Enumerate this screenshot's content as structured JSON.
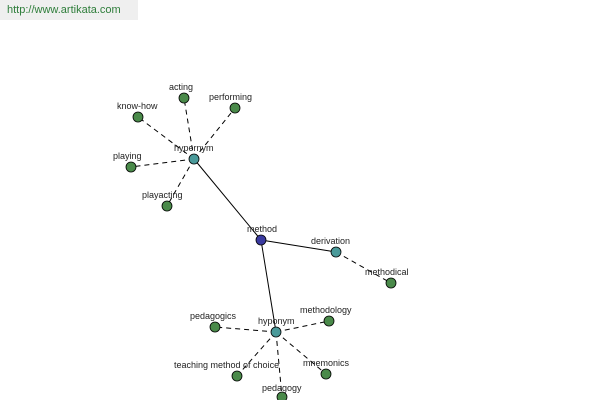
{
  "url": "http://www.artikata.com",
  "colors": {
    "root": "#3a3aa0",
    "relation": "#4a9a9a",
    "leaf": "#4a8a4a"
  },
  "nodes": [
    {
      "id": "method",
      "label": "method",
      "kind": "root"
    },
    {
      "id": "hypernym",
      "label": "hypernym",
      "kind": "relation"
    },
    {
      "id": "derivation",
      "label": "derivation",
      "kind": "relation"
    },
    {
      "id": "hyponym",
      "label": "hyponym",
      "kind": "relation"
    },
    {
      "id": "acting",
      "label": "acting",
      "kind": "leaf"
    },
    {
      "id": "performing",
      "label": "performing",
      "kind": "leaf"
    },
    {
      "id": "know-how",
      "label": "know-how",
      "kind": "leaf"
    },
    {
      "id": "playing",
      "label": "playing",
      "kind": "leaf"
    },
    {
      "id": "playacting",
      "label": "playacting",
      "kind": "leaf"
    },
    {
      "id": "methodical",
      "label": "methodical",
      "kind": "leaf"
    },
    {
      "id": "pedagogics",
      "label": "pedagogics",
      "kind": "leaf"
    },
    {
      "id": "methodology",
      "label": "methodology",
      "kind": "leaf"
    },
    {
      "id": "teaching-method-of-choice",
      "label": "teaching method of choice",
      "kind": "leaf"
    },
    {
      "id": "mnemonics",
      "label": "mnemonics",
      "kind": "leaf"
    },
    {
      "id": "pedagogy",
      "label": "pedagogy",
      "kind": "leaf"
    }
  ],
  "edges": [
    {
      "from": "method",
      "to": "hypernym",
      "style": "solid"
    },
    {
      "from": "method",
      "to": "derivation",
      "style": "solid"
    },
    {
      "from": "method",
      "to": "hyponym",
      "style": "solid"
    },
    {
      "from": "hypernym",
      "to": "acting",
      "style": "dashed"
    },
    {
      "from": "hypernym",
      "to": "performing",
      "style": "dashed"
    },
    {
      "from": "hypernym",
      "to": "know-how",
      "style": "dashed"
    },
    {
      "from": "hypernym",
      "to": "playing",
      "style": "dashed"
    },
    {
      "from": "hypernym",
      "to": "playacting",
      "style": "dashed"
    },
    {
      "from": "derivation",
      "to": "methodical",
      "style": "dashed"
    },
    {
      "from": "hyponym",
      "to": "pedagogics",
      "style": "dashed"
    },
    {
      "from": "hyponym",
      "to": "methodology",
      "style": "dashed"
    },
    {
      "from": "hyponym",
      "to": "teaching-method-of-choice",
      "style": "dashed"
    },
    {
      "from": "hyponym",
      "to": "mnemonics",
      "style": "dashed"
    },
    {
      "from": "hyponym",
      "to": "pedagogy",
      "style": "dashed"
    }
  ]
}
